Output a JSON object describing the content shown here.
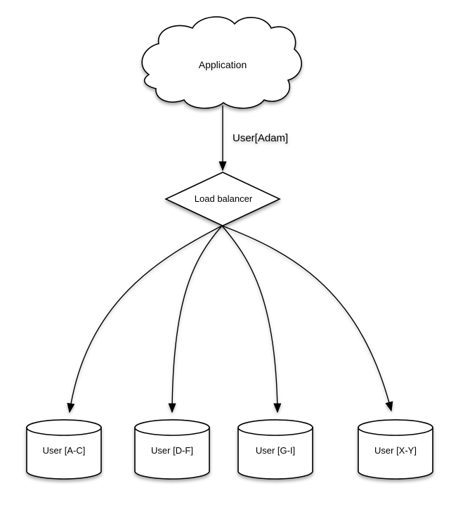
{
  "diagram": {
    "background_color": "#ffffff",
    "line_color": "#000000",
    "text_color": "#000000",
    "nodes": {
      "application": {
        "label": "Application",
        "shape": "cloud"
      },
      "load_balancer": {
        "label": "Load balancer",
        "shape": "diamond"
      },
      "db_ac": {
        "label": "User [A-C]",
        "shape": "cylinder"
      },
      "db_df": {
        "label": "User [D-F]",
        "shape": "cylinder"
      },
      "db_gi": {
        "label": "User [G-I]",
        "shape": "cylinder"
      },
      "db_xy": {
        "label": "User [X-Y]",
        "shape": "cylinder"
      }
    },
    "edges": {
      "app_to_lb": {
        "from": "application",
        "to": "load_balancer",
        "label": "User[Adam]"
      },
      "lb_to_ac": {
        "from": "load_balancer",
        "to": "db_ac"
      },
      "lb_to_df": {
        "from": "load_balancer",
        "to": "db_df"
      },
      "lb_to_gi": {
        "from": "load_balancer",
        "to": "db_gi"
      },
      "lb_to_xy": {
        "from": "load_balancer",
        "to": "db_xy"
      }
    }
  }
}
